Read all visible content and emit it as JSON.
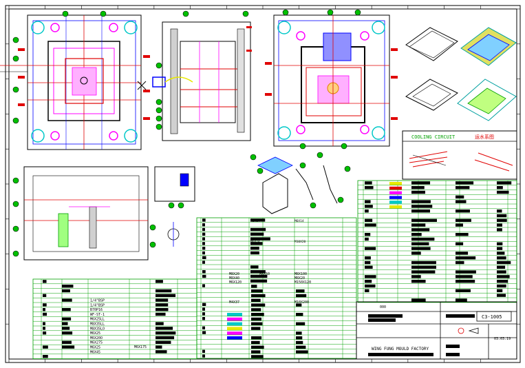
{
  "title_block": {
    "drawing_no": "C3-1005",
    "factory": "WING FUNG MOULD FACTORY",
    "number_field": "000",
    "date": "03.03.19",
    "cooling_en": "COOLING  CIRCUIT",
    "cooling_cn": "运水系图"
  },
  "spec_labels": [
    "1/4\"BSP",
    "1/4\"BSP",
    "B70P16",
    "WF-ST-1",
    "M6X25LL",
    "M8X35LL",
    "M8X35LO",
    "M6X25",
    "M6X20O",
    "M6X275",
    "M6X25",
    "M6X45"
  ],
  "mid_labels": {
    "col1": [
      "M8X20",
      "M8X40",
      "M6X120"
    ],
    "col2": [
      "M8X50"
    ],
    "col3": [
      "M8X100",
      "M8X20",
      "M150X120"
    ],
    "single_left": "M6X175",
    "m4": "M4X37",
    "m10": "M10X200"
  },
  "upper_labels": [
    "M6X14",
    "M6X14",
    "M6X24",
    "M10X20"
  ],
  "colors": {
    "ink": "#000000",
    "paper": "#ffffff",
    "grid_green": "#00a000",
    "red": "#e00000",
    "magenta": "#ff00ff",
    "cyan": "#00c8c8",
    "blue": "#0000ff",
    "yellow": "#e8e800",
    "pink": "#ff66cc"
  }
}
